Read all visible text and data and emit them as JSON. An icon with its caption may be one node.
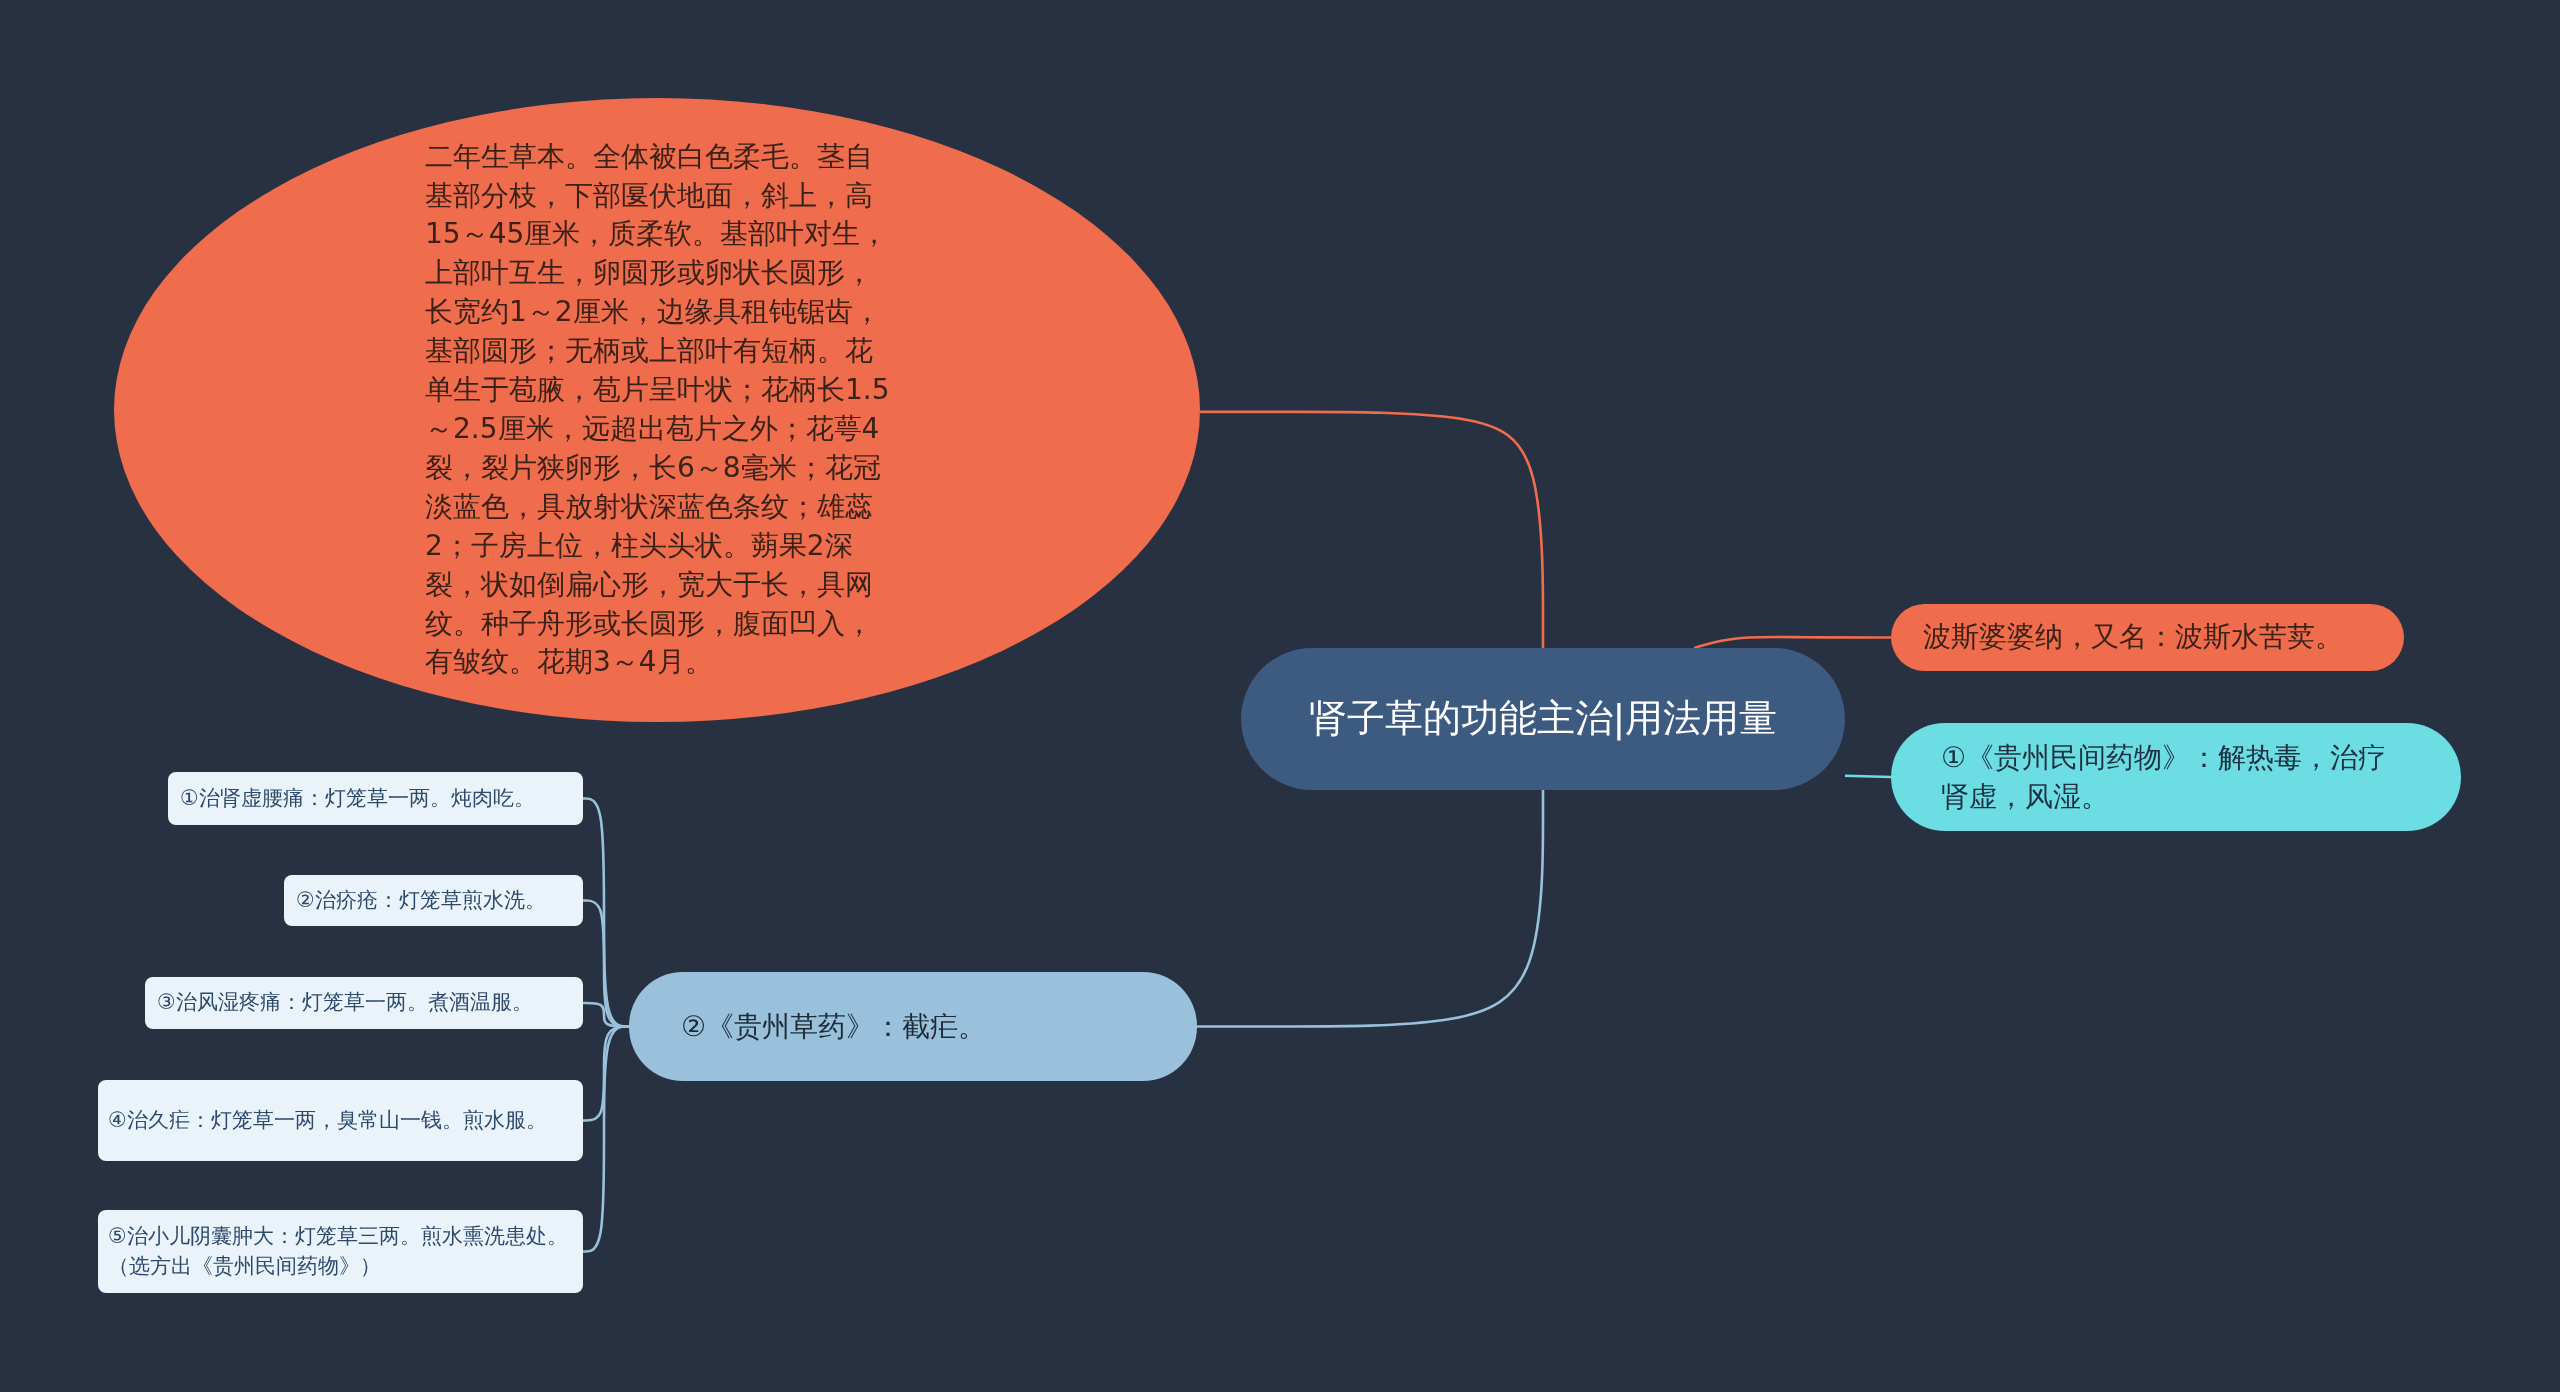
{
  "diagram": {
    "nodes": [
      {
        "text": [
          "二年生草本。全体被白色柔毛。茎自基部分枝，下部匽伏地面，斜上，高15～45厘米，质柔软。基部叶对生，上部叶互生，卵圆形或卵状长圆形，长宽约1～2厘米，边缘具租钝锯齿，基部圆形；无柄或上部叶有短柄。花单生于苞腋，苞片呈叶状；花柄长1.5～2.5厘米，远超出苞片之外；花萼4裂，裂片狭卵形，长6～8毫米；花冠淡蓝色，具放射状深蓝色条纹；雄蕊2；子房上位，柱头头状。蒴果2深裂，状如倒扁心形，宽大于长，具网纹。种子舟形或长圆形，腹面凹入，有皱纹。花期3～4月。"
        ]
      },
      {
        "text": [
          "肾子草的功能主治|用法用量"
        ]
      },
      {
        "text": [
          "波斯婆婆纳，又名：波斯水苦荬。"
        ]
      },
      {
        "text": [
          "①《贵州民间药物》：解热毒，治疗肾虚，风湿。"
        ]
      },
      {
        "text": [
          "②《贵州草药》：截疟。"
        ]
      },
      {
        "text": [
          "①治肾虚腰痛：灯笼草一两。炖肉吃。"
        ]
      },
      {
        "text": [
          "②治疥疮：灯笼草煎水洗。"
        ]
      },
      {
        "text": [
          "③治风湿疼痛：灯笼草一两。煮酒温服。"
        ]
      },
      {
        "text": [
          "④治久疟：灯笼草一两，臭常山一钱。煎水服。"
        ]
      },
      {
        "text": [
          "⑤治小儿阴囊肿大：灯笼草三两。煎水熏洗患处。（选方出《贵州民间药物》）"
        ]
      }
    ],
    "edges": [
      {
        "from": 1,
        "to": 0,
        "arrow": "none",
        "color": "#ef6c4d"
      },
      {
        "from": 1,
        "to": 2,
        "arrow": "none",
        "color": "#ef6c4d"
      },
      {
        "from": 1,
        "to": 3,
        "arrow": "none",
        "color": "#6bdde3"
      },
      {
        "from": 1,
        "to": 4,
        "arrow": "none"
      },
      {
        "from": 4,
        "to": 5,
        "arrow": "none"
      },
      {
        "from": 4,
        "to": 6,
        "arrow": "none"
      },
      {
        "from": 4,
        "to": 7,
        "arrow": "none"
      },
      {
        "from": 4,
        "to": 8,
        "arrow": "none"
      },
      {
        "from": 4,
        "to": 9,
        "arrow": "none"
      }
    ]
  }
}
